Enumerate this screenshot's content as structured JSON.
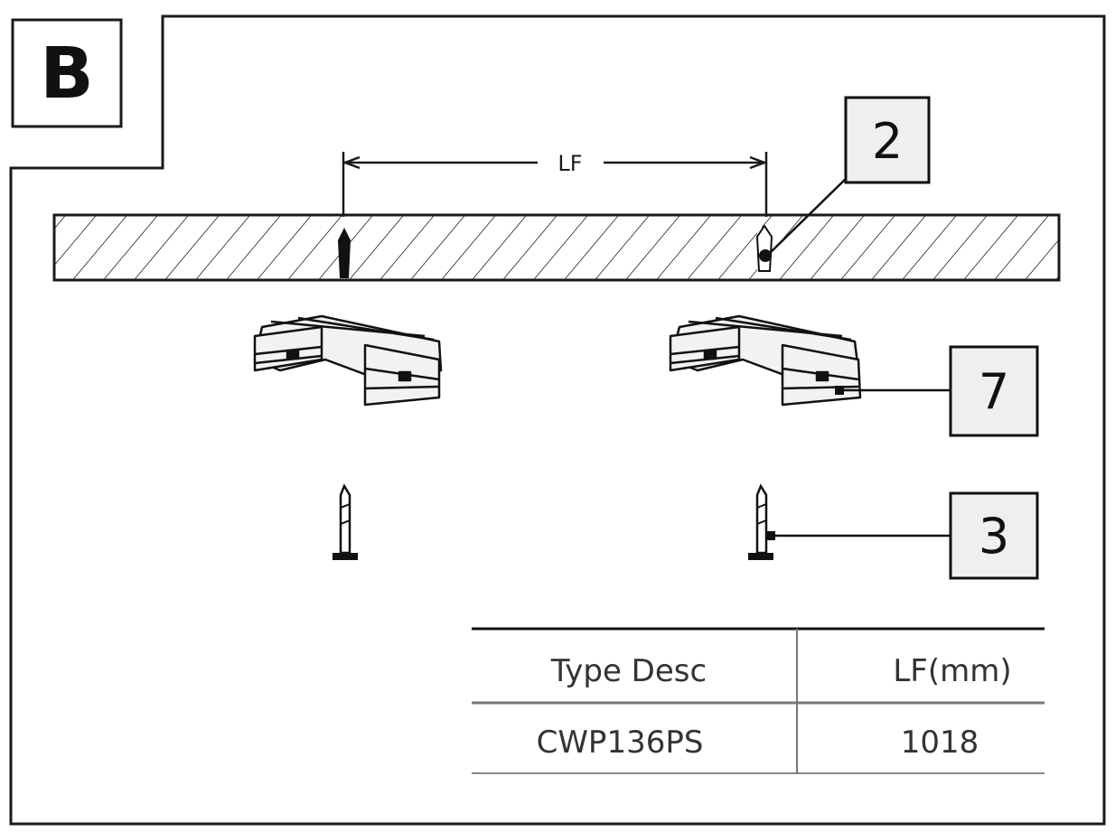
{
  "panel": {
    "label": "B"
  },
  "dimension": {
    "label": "LF"
  },
  "callouts": {
    "screw_anchor": "2",
    "mounting_bracket": "7",
    "screw": "3"
  },
  "table": {
    "headers": [
      "Type Desc",
      "LF(mm)"
    ],
    "rows": [
      [
        "CWP136PS",
        "1018"
      ]
    ]
  }
}
